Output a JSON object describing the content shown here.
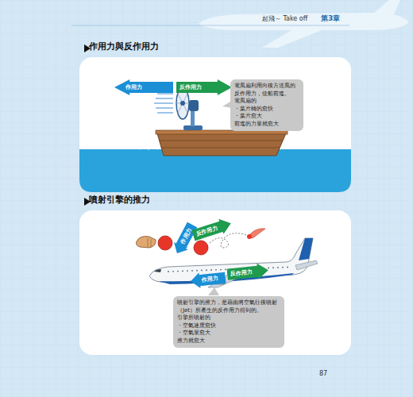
{
  "diagram": {
    "nodes": [
      {
        "text": [
          "作用力與反作用力"
        ]
      },
      {
        "text": [
          "作用力"
        ],
        "in": 0
      },
      {
        "text": [
          "反作用力"
        ],
        "in": 0
      },
      {
        "text": [
          "電風扇利用向後方送風的反作用力，使船前進。",
          "電風扇的",
          "・葉片轉的愈快",
          "・葉片愈大",
          "前進的力量就愈大"
        ],
        "in": 0
      },
      {
        "text": [
          "噴射引擎的推力"
        ]
      },
      {
        "text": [
          "作用力"
        ],
        "in": 4
      },
      {
        "text": [
          "反作用力"
        ],
        "in": 4
      },
      {
        "text": [
          "作用力"
        ],
        "in": 4
      },
      {
        "text": [
          "反作用力"
        ],
        "in": 4
      },
      {
        "text": [
          "噴射引擎的推力，是藉由將空氣往後噴射（Jet）所產生的反作用力得到的。",
          "引擎所噴射的",
          "・空氣速度愈快",
          "・空氣量愈大",
          "推力就愈大"
        ],
        "in": 4
      }
    ],
    "labels": [
      "起飛～ Take off",
      "第3章",
      "87"
    ]
  }
}
